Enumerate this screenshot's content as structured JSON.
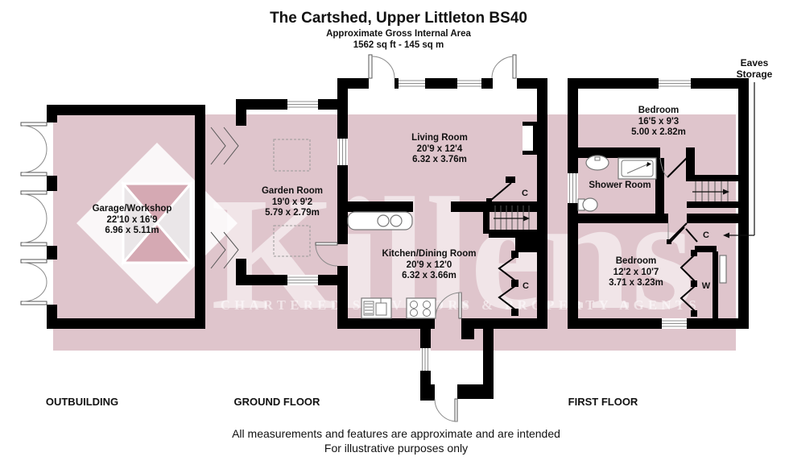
{
  "title": "The Cartshed, Upper Littleton BS40",
  "subtitle": "Approximate Gross Internal Area",
  "area": "1562 sq ft - 145 sq m",
  "watermark": {
    "name": "Killens",
    "tagline": "CHARTERED SURVEYORS & PROPERTY AGENTS"
  },
  "colors": {
    "band": "#dfc5cc",
    "logo_pink": "#d5a9b3",
    "logo_light": "#eae6e8",
    "wall": "#000000"
  },
  "rooms": {
    "garage": {
      "name": "Garage/Workshop",
      "imperial": "22'10 x 16'9",
      "metric": "6.96 x 5.11m"
    },
    "garden": {
      "name": "Garden Room",
      "imperial": "19'0 x 9'2",
      "metric": "5.79 x 2.79m"
    },
    "living": {
      "name": "Living Room",
      "imperial": "20'9 x 12'4",
      "metric": "6.32 x 3.76m"
    },
    "kitchen": {
      "name": "Kitchen/Dining Room",
      "imperial": "20'9 x 12'0",
      "metric": "6.32 x 3.66m"
    },
    "bedroom1": {
      "name": "Bedroom",
      "imperial": "16'5 x 9'3",
      "metric": "5.00 x 2.82m"
    },
    "shower": {
      "name": "Shower Room"
    },
    "bedroom2": {
      "name": "Bedroom",
      "imperial": "12'2 x 10'7",
      "metric": "3.71 x 3.23m"
    }
  },
  "annotations": {
    "cupboard": "C",
    "wardrobe": "W",
    "eaves_line1": "Eaves",
    "eaves_line2": "Storage"
  },
  "floor_labels": {
    "outbuilding": "OUTBUILDING",
    "ground": "GROUND FLOOR",
    "first": "FIRST FLOOR"
  },
  "footer": {
    "line1": "All measurements and features are approximate and are intended",
    "line2": "For illustrative purposes only"
  }
}
